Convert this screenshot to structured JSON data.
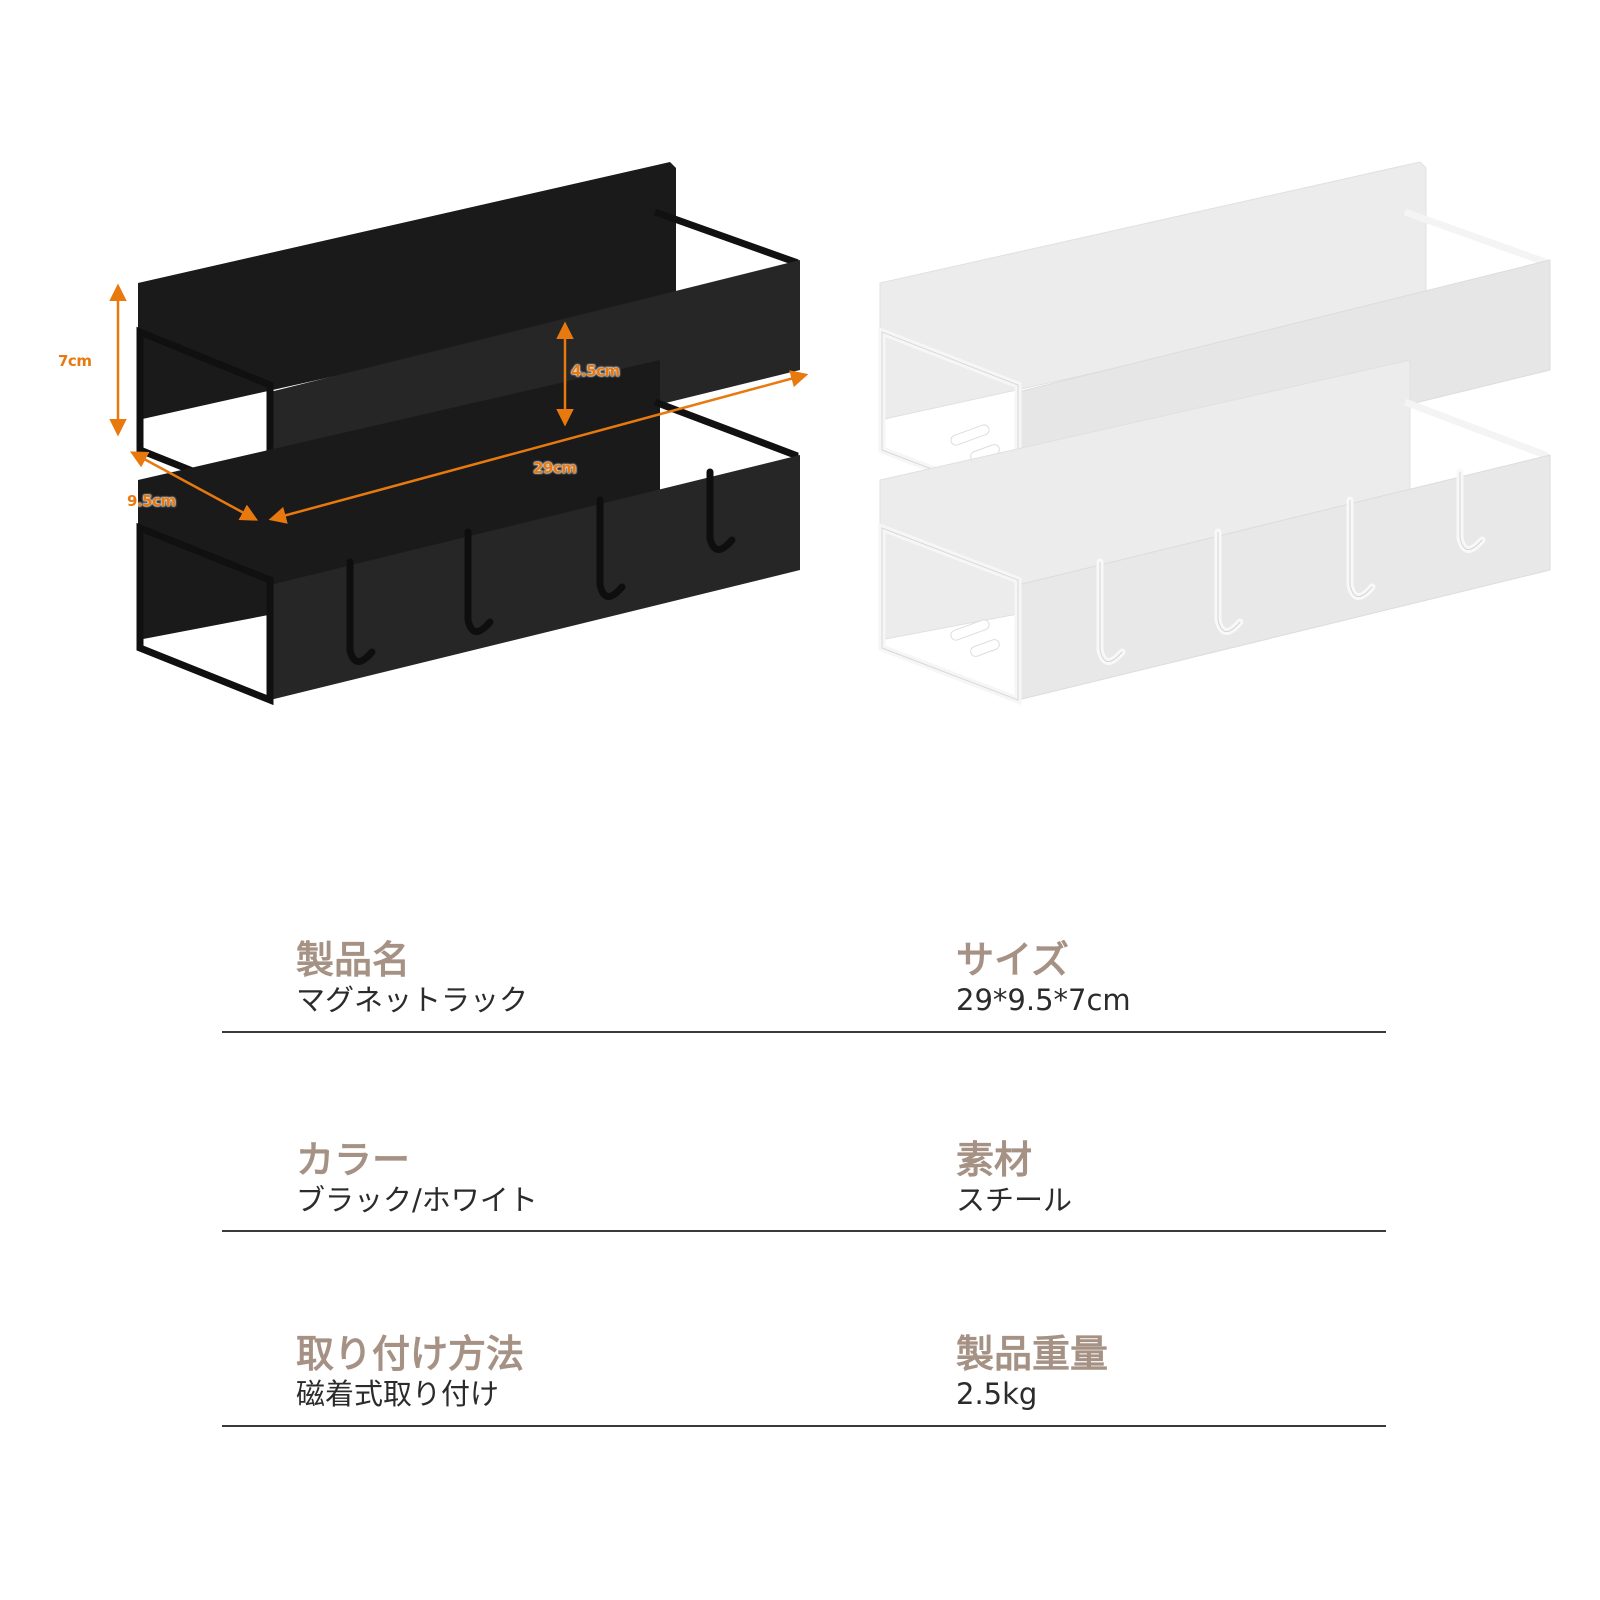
{
  "product_image": {
    "variants": [
      {
        "name": "black-rack",
        "color": "#1e1e1e"
      },
      {
        "name": "white-rack",
        "color": "#eeeeee"
      }
    ],
    "dimension_color": "#e8790f",
    "dimensions": {
      "height_total": "7cm",
      "depth": "9.5cm",
      "inner_height": "4.5cm",
      "width": "29cm"
    },
    "hooks_per_rack": 4
  },
  "specs": {
    "label_color": "#a69285",
    "rows": [
      {
        "left": {
          "label": "製品名",
          "value": "マグネットラック"
        },
        "right": {
          "label": "サイズ",
          "value": "29*9.5*7cm"
        }
      },
      {
        "left": {
          "label": "カラー",
          "value": "ブラック/ホワイト"
        },
        "right": {
          "label": "素材",
          "value": "スチール"
        }
      },
      {
        "left": {
          "label": "取り付け方法",
          "value": "磁着式取り付け"
        },
        "right": {
          "label": "製品重量",
          "value": "2.5kg"
        }
      }
    ]
  }
}
